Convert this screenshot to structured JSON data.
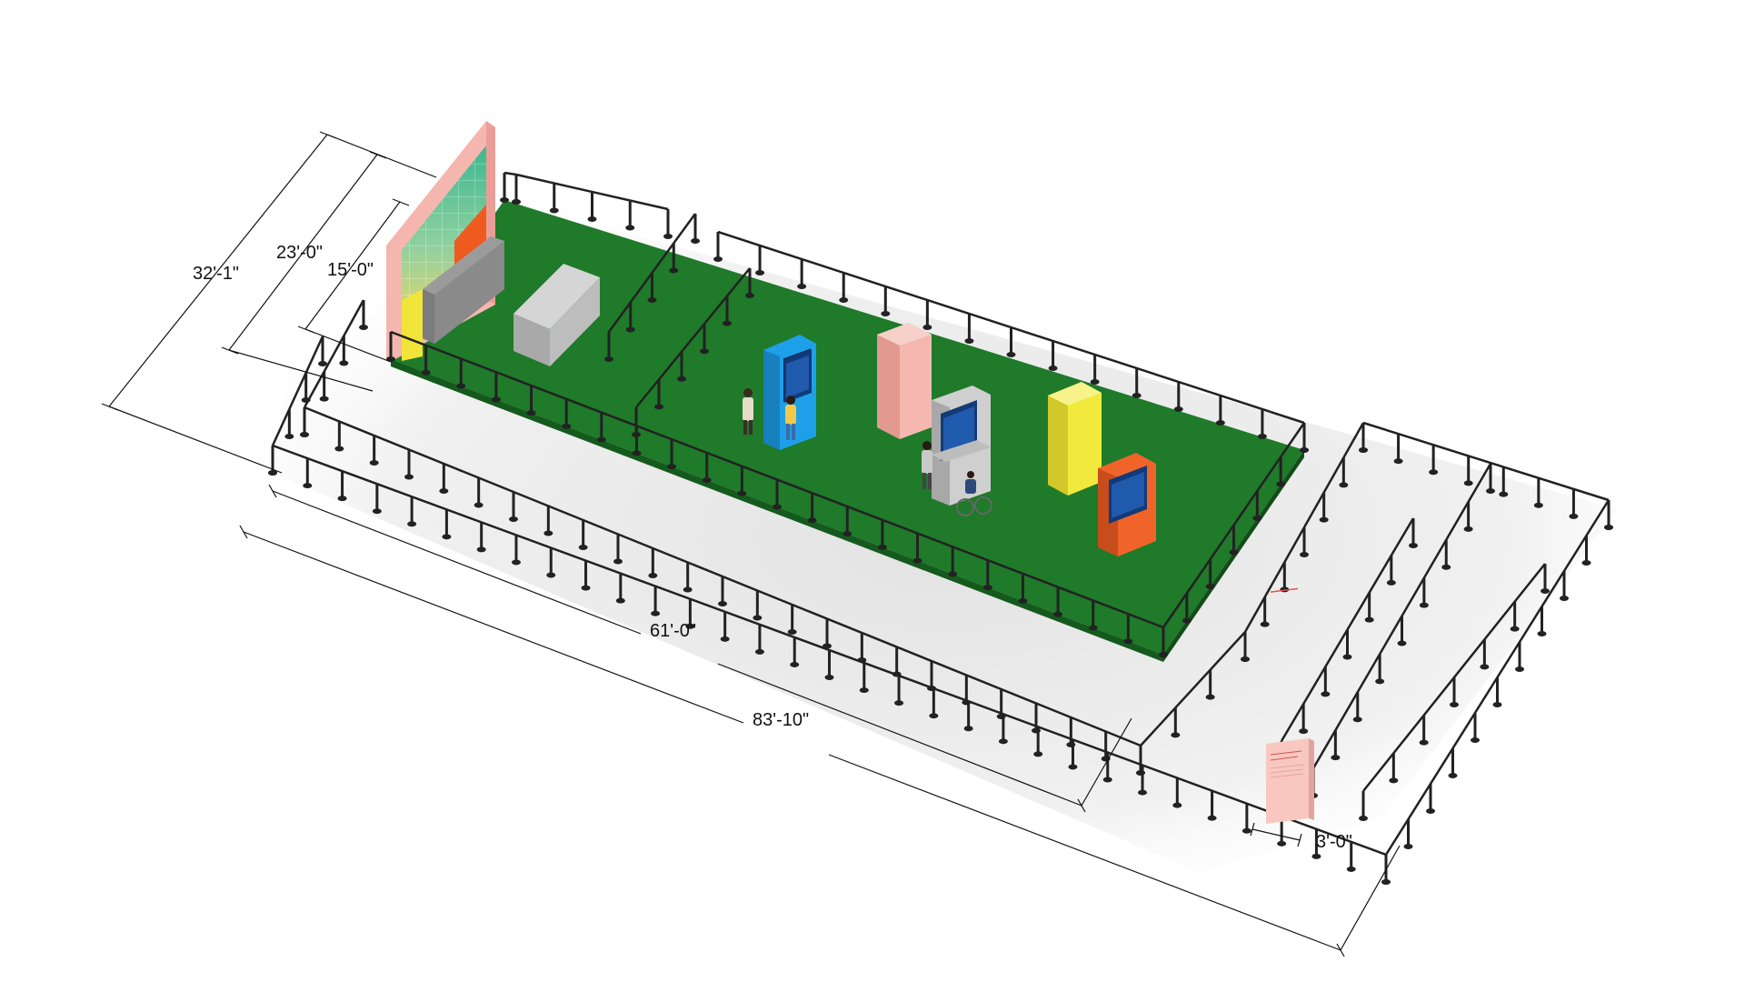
{
  "diagram": {
    "dimensions": {
      "depth_overall": "32'-1\"",
      "depth_mid": "23'-0\"",
      "depth_inner": "15'-0\"",
      "length_inner": "61'-0\"",
      "length_overall": "83'-10\"",
      "sign_width": "3'-0\""
    },
    "colors": {
      "floor": "#1f7a2a",
      "floor_dark": "#175f20",
      "barrier": "#222222",
      "kiosk_blue": "#1ea0e8",
      "kiosk_pink": "#f4b8b0",
      "kiosk_gray": "#c8c8c8",
      "kiosk_yellow": "#f1ea3c",
      "kiosk_orange": "#f0642a",
      "sign": "#f8c7c0",
      "wall_pink": "#f5b6b0"
    }
  }
}
